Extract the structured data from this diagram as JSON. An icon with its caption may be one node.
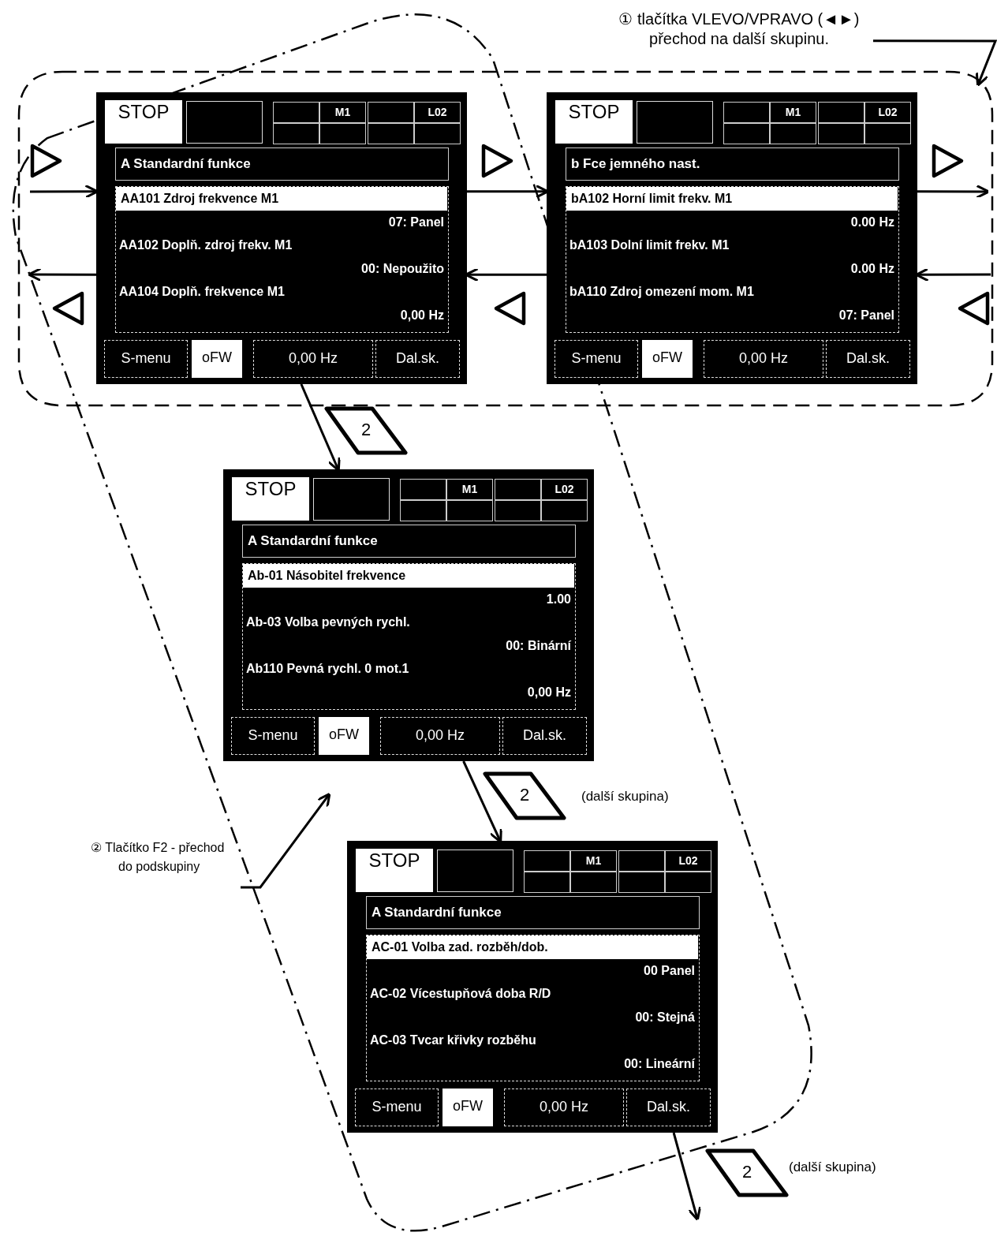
{
  "diagram": {
    "nodes": [
      {
        "text": [],
        "shape": "box"
      },
      {
        "text": [
          "① tlačítka VLEVO/VPRAVO (◄►) přechod na další skupinu."
        ]
      },
      {
        "text": [],
        "shape": "box"
      },
      {
        "text": [
          "STOP",
          "M1",
          "L02",
          "A Standardní funkce",
          "AA101 Zdroj frekvence M1",
          "07: Panel",
          "AA102 Doplň. zdroj frekv. M1",
          "00: Nepoužito",
          "AA104 Doplň. frekvence M1",
          "0,00 Hz",
          "S-menu",
          "oFW",
          "0,00 Hz",
          "Dal.sk."
        ],
        "in": 2
      },
      {
        "text": [
          "STOP",
          "M1",
          "L02",
          "b Fce jemného nast.",
          "bA102 Horní limit frekv. M1",
          "0.00 Hz",
          "bA103 Dolní limit frekv. M1",
          "0.00 Hz",
          "bA110 Zdroj omezení mom. M1",
          "07: Panel",
          "S-menu",
          "oFW",
          "0,00 Hz",
          "Dal.sk."
        ],
        "in": 2
      },
      {
        "text": [
          "2"
        ],
        "in": 0
      },
      {
        "text": [
          "STOP",
          "M1",
          "L02",
          "A Standardní funkce",
          "Ab-01 Násobitel frekvence",
          "1.00",
          "Ab-03 Volba pevných rychl.",
          "00: Binární",
          "Ab110 Pevná rychl. 0 mot.1",
          "0,00 Hz",
          "S-menu",
          "oFW",
          "0,00 Hz",
          "Dal.sk."
        ],
        "in": 0
      },
      {
        "text": [
          "2"
        ],
        "in": 0,
        "beside": [
          "(další skupina)"
        ]
      },
      {
        "text": [
          "② Tlačítko F2 - přechod do podskupiny"
        ]
      },
      {
        "text": [
          "STOP",
          "M1",
          "L02",
          "A Standardní funkce",
          "AC-01 Volba zad. rozběh/dob.",
          "00 Panel",
          "AC-02 Vícestupňová doba R/D",
          "00: Stejná",
          "AC-03 Tvcar křivky rozběhu",
          "00: Lineární",
          "S-menu",
          "oFW",
          "0,00 Hz",
          "Dal.sk."
        ],
        "in": 0
      },
      {
        "text": [
          "2"
        ],
        "beside": [
          "(další skupina)"
        ]
      }
    ],
    "edges": [
      {
        "from": null,
        "to": 3,
        "arrow": "to"
      },
      {
        "from": 3,
        "to": null,
        "arrow": "to"
      },
      {
        "from": 3,
        "to": 4,
        "arrow": "to"
      },
      {
        "from": 4,
        "to": 3,
        "arrow": "to"
      },
      {
        "from": 4,
        "to": null,
        "arrow": "to"
      },
      {
        "from": null,
        "to": 4,
        "arrow": "to"
      },
      {
        "from": 3,
        "to": 6,
        "arrow": "to"
      },
      {
        "from": 6,
        "to": 9,
        "arrow": "to"
      },
      {
        "from": 9,
        "to": null,
        "arrow": "to"
      },
      {
        "from": 1,
        "to": 2,
        "arrow": "to"
      },
      {
        "from": 8,
        "to": 0,
        "arrow": "to"
      }
    ]
  }
}
